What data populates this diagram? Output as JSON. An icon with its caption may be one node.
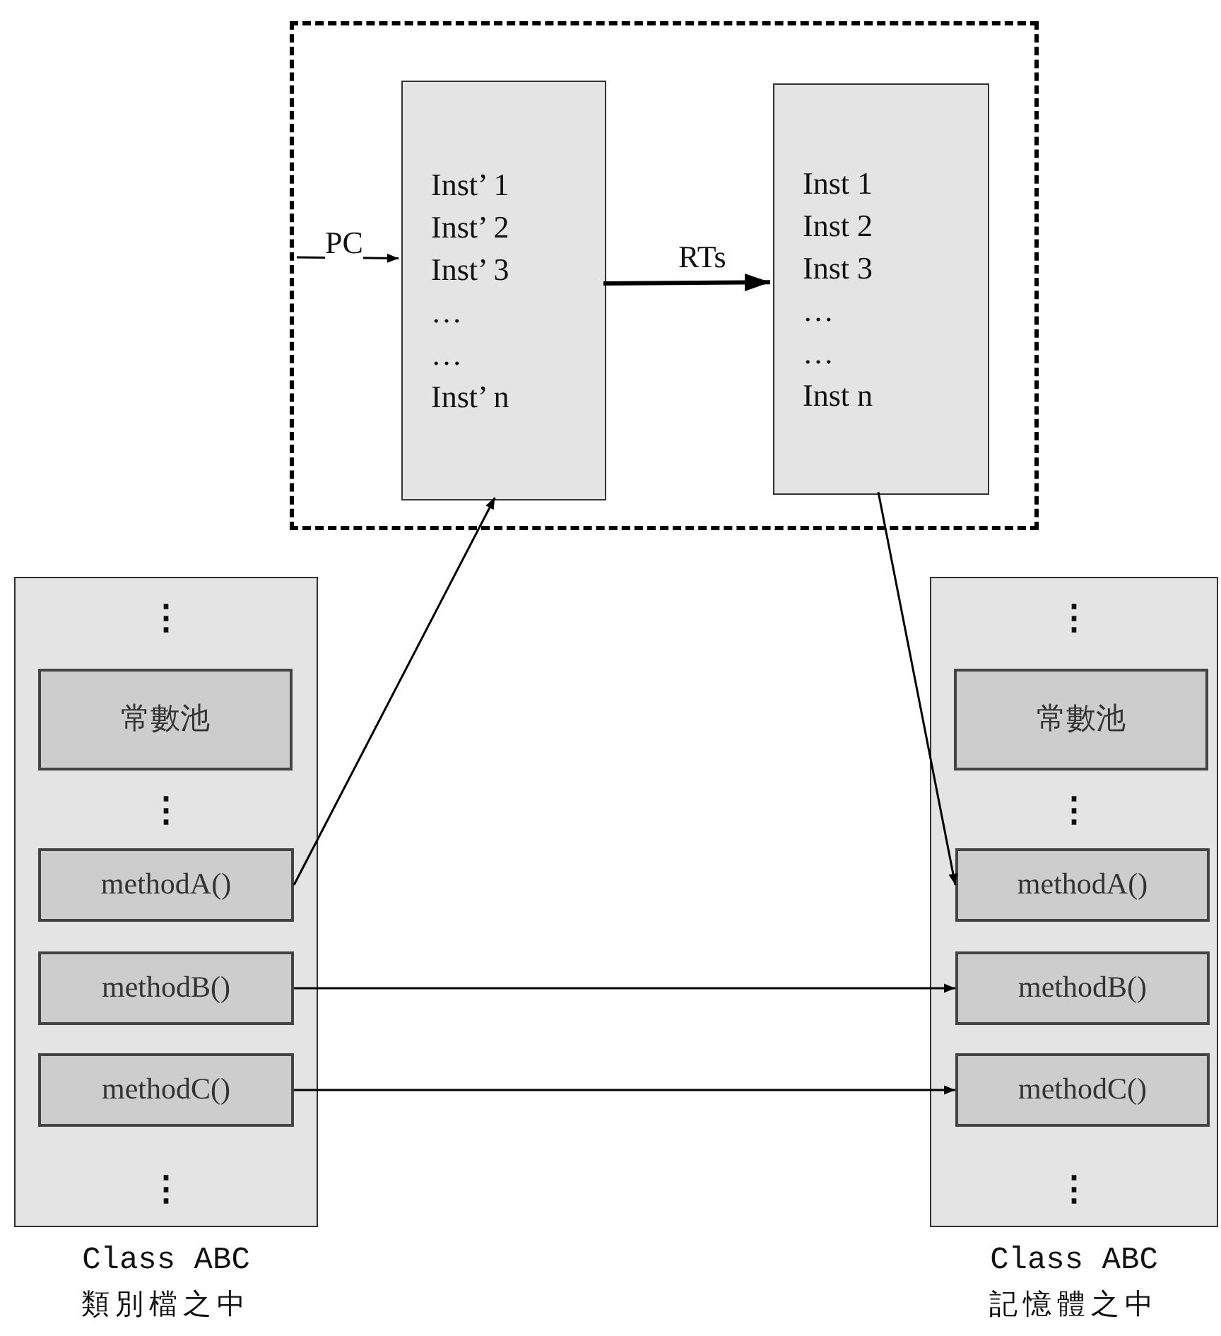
{
  "diagram": {
    "nodes": [
      {
        "text": [],
        "shape": "box"
      },
      {
        "text": [
          "Inst’ 1",
          "Inst’ 2",
          "Inst’ 3",
          "…",
          "…",
          "Inst’ n"
        ],
        "in": 0
      },
      {
        "text": [
          "Inst 1",
          "Inst 2",
          "Inst 3",
          "…",
          "…",
          "Inst n"
        ],
        "in": 0
      },
      {
        "text": [
          "⋮",
          "⋮",
          "⋮"
        ],
        "beside": [
          "Class ABC",
          "類別檔之中"
        ]
      },
      {
        "text": [
          "常數池"
        ],
        "in": 3
      },
      {
        "text": [
          "methodA()"
        ],
        "in": 3
      },
      {
        "text": [
          "methodB()"
        ],
        "in": 3
      },
      {
        "text": [
          "methodC()"
        ],
        "in": 3
      },
      {
        "text": [
          "⋮",
          "⋮",
          "⋮"
        ],
        "beside": [
          "Class ABC",
          "記憶體之中"
        ]
      },
      {
        "text": [
          "常數池"
        ],
        "in": 8
      },
      {
        "text": [
          "methodA()"
        ],
        "in": 8
      },
      {
        "text": [
          "methodB()"
        ],
        "in": 8
      },
      {
        "text": [
          "methodC()"
        ],
        "in": 8
      }
    ],
    "edges": [
      {
        "from": null,
        "to": 1,
        "arrow": "to",
        "label": "PC"
      },
      {
        "from": 1,
        "to": 2,
        "arrow": "to",
        "label": "RTs",
        "style": "thick"
      },
      {
        "from": 5,
        "to": 1,
        "arrow": "to"
      },
      {
        "from": 2,
        "to": 10,
        "arrow": "to"
      },
      {
        "from": 6,
        "to": 11,
        "arrow": "to"
      },
      {
        "from": 7,
        "to": 12,
        "arrow": "to"
      }
    ]
  }
}
